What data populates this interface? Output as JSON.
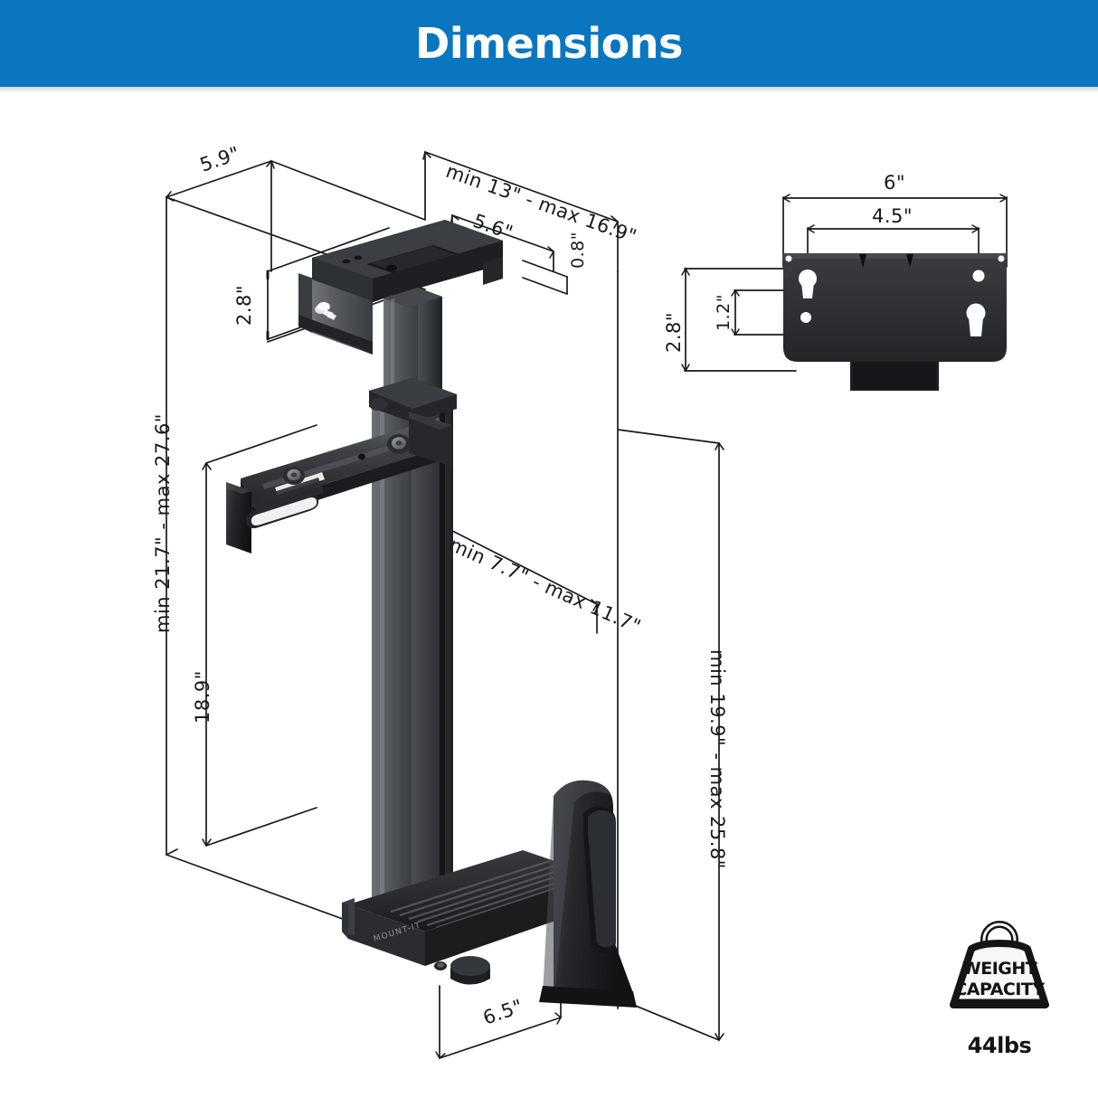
{
  "header": {
    "title": "Dimensions",
    "background_color": "#0b76c0",
    "text_color": "#ffffff"
  },
  "product": {
    "name": "MOUNT-IT",
    "brand_label": "MOUNT-IT",
    "type": "under-desk CPU holder"
  },
  "main_view": {
    "label": "isometric full product view",
    "dimensions": {
      "depth_top": "5.9\"",
      "bracket_height": "2.8\"",
      "overall_depth_range": "min 13\" - max 16.9\"",
      "plate_width": "5.6\"",
      "plate_thickness": "0.8\"",
      "height_range": "min 21.7\" - max 27.6\"",
      "tower_height": "18.9\"",
      "width_range": "min 7.7\" - max 11.7\"",
      "drop_range": "min 19.9\" - max 25.8\"",
      "base_depth": "6.5\""
    }
  },
  "detail_view": {
    "label": "wall plate detail view",
    "dimensions": {
      "plate_width": "6\"",
      "hole_spacing_horizontal": "4.5\"",
      "plate_height": "2.8\"",
      "hole_spacing_vertical": "1.2\""
    }
  },
  "weight_badge": {
    "icon": "weight-icon",
    "line1": "WEIGHT",
    "line2": "CAPACITY",
    "value": "44lbs"
  },
  "colors": {
    "accent_blue": "#0b76c0",
    "line_color": "#1a1a1a",
    "product_dark": "#2b2d30",
    "background": "#ffffff"
  }
}
